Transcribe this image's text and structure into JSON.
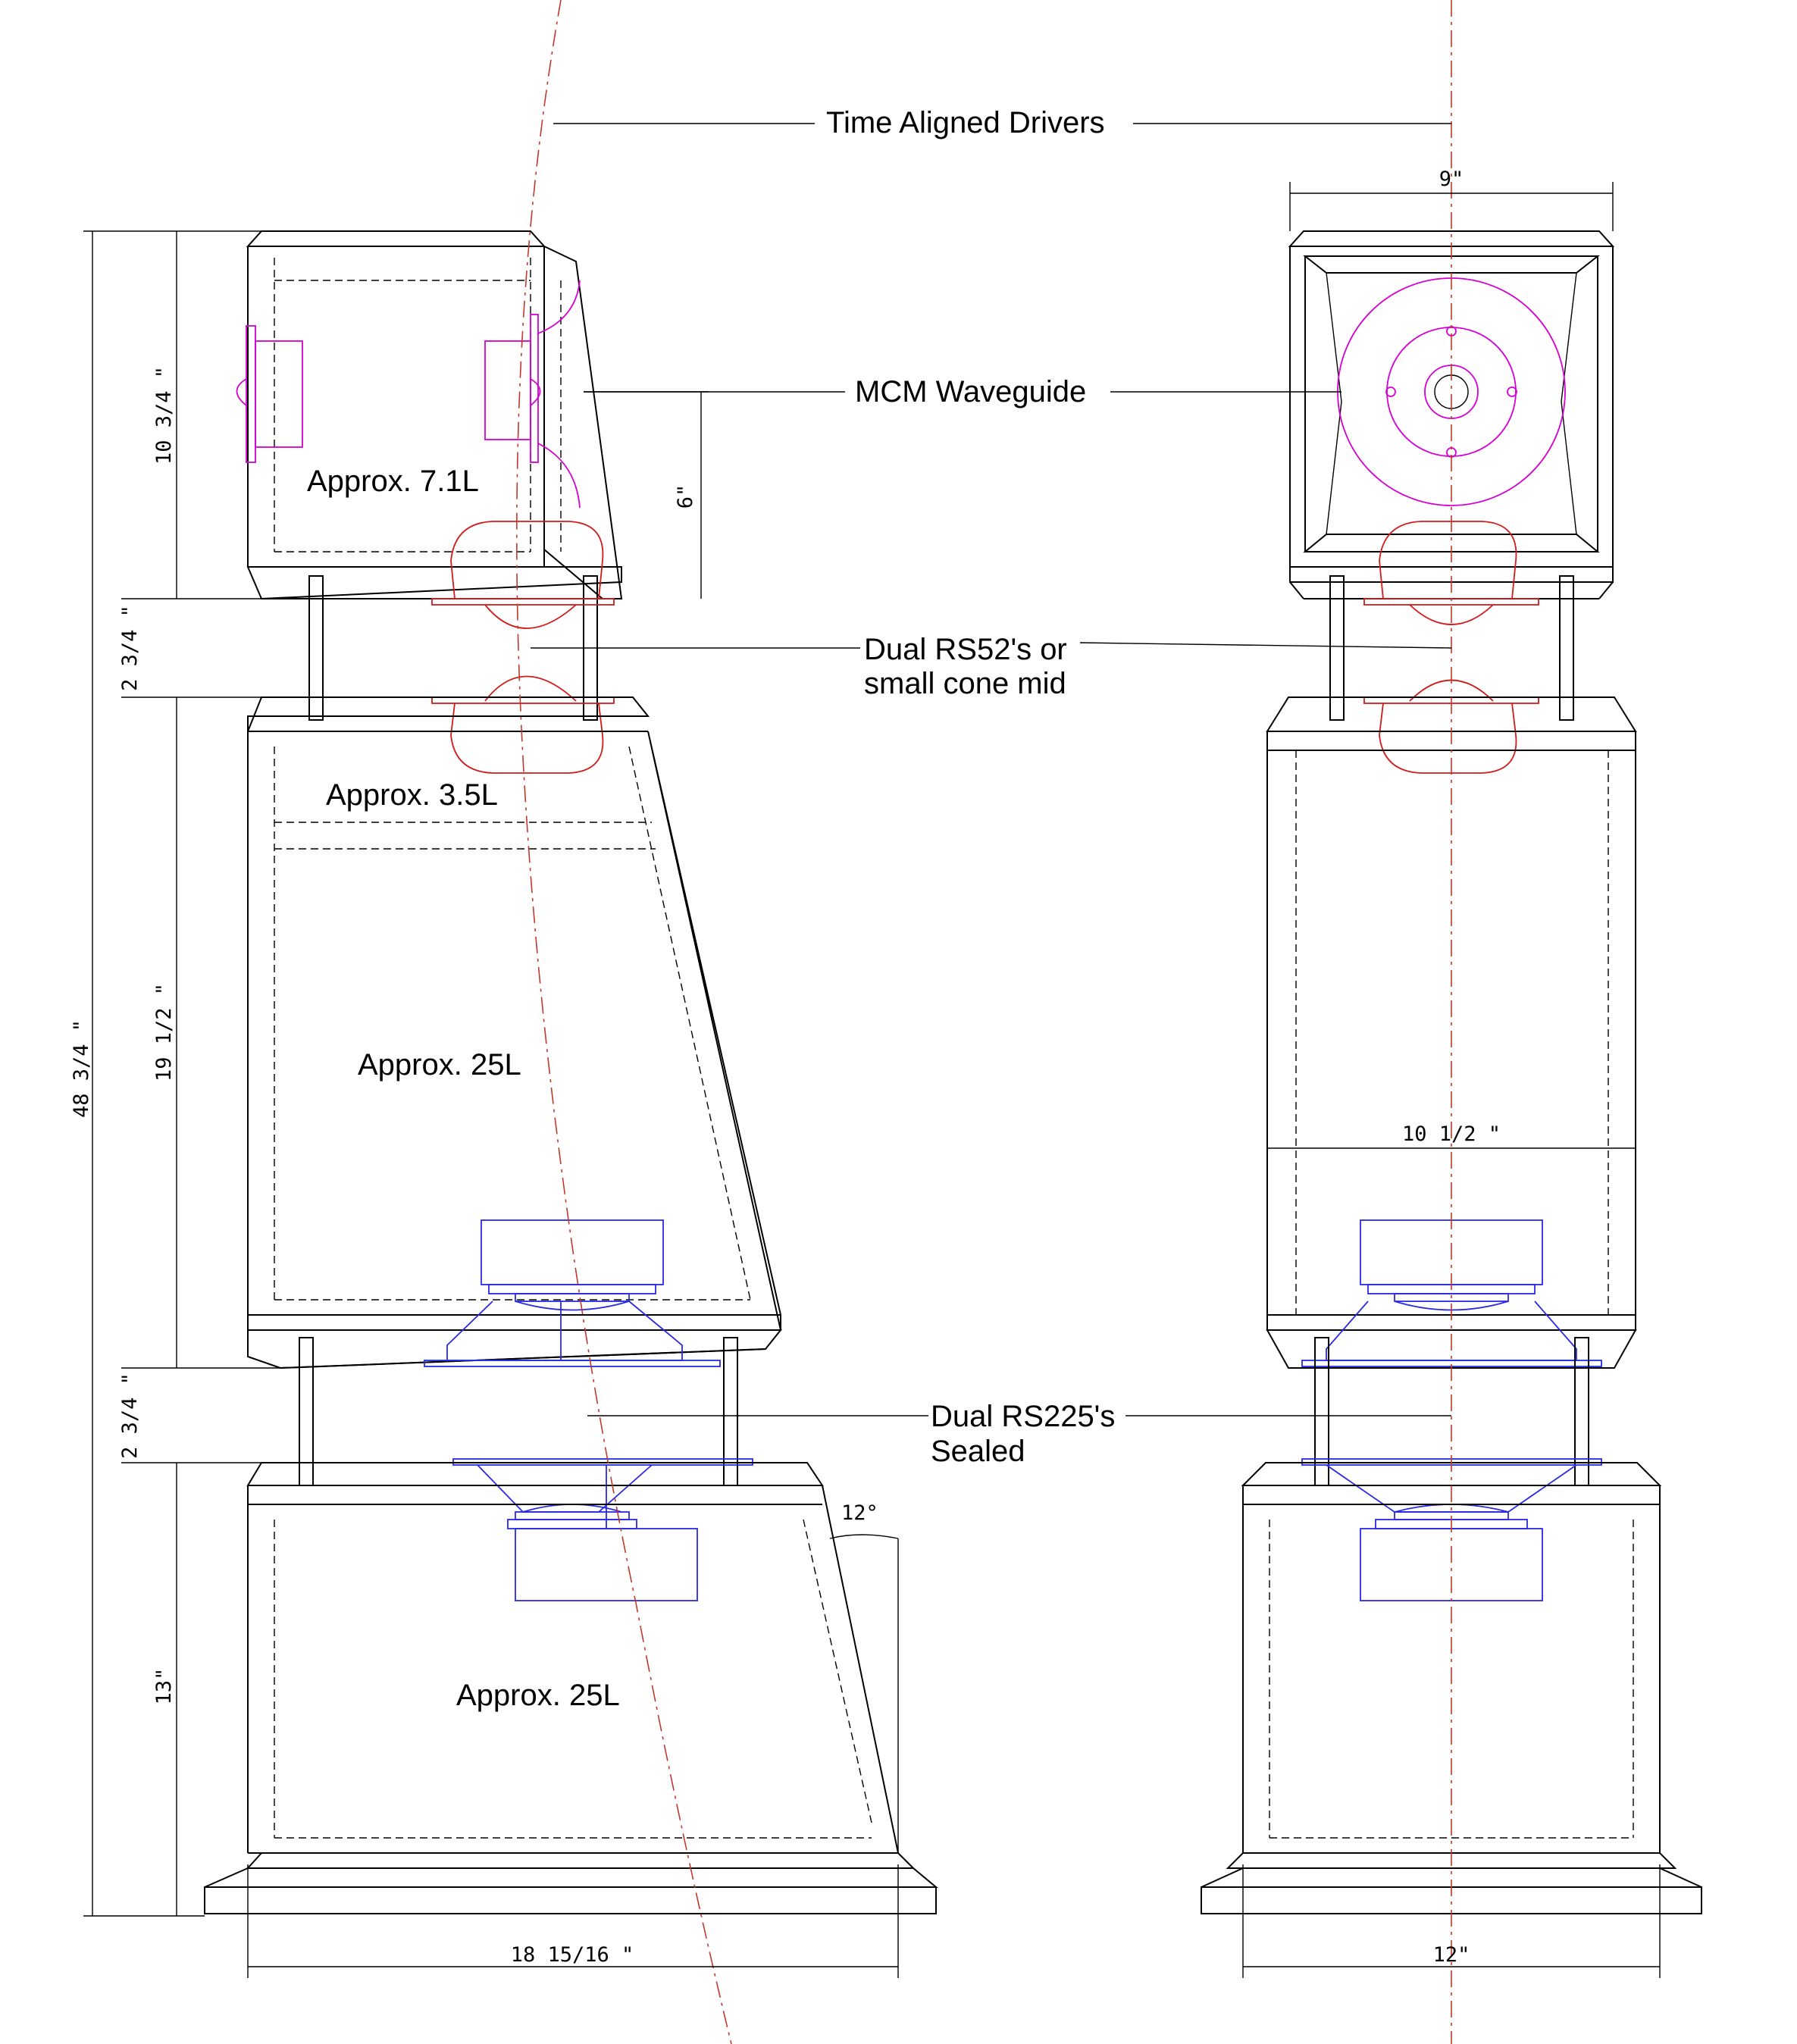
{
  "labels": {
    "time_aligned": "Time Aligned Drivers",
    "waveguide": "MCM Waveguide",
    "mid_line1": "Dual RS52's or",
    "mid_line2": "small cone mid",
    "woofer_line1": "Dual RS225's",
    "woofer_line2": "Sealed",
    "vol_top": "Approx. 7.1L",
    "vol_mid": "Approx. 3.5L",
    "vol_upper_bass": "Approx. 25L",
    "vol_lower_bass": "Approx. 25L"
  },
  "dimensions": {
    "total_height": "48 3/4 \"",
    "top_box": "10 3/4 \"",
    "gap_upper": "2 3/4 \"",
    "mid_box": "19 1/2 \"",
    "gap_lower": "2 3/4 \"",
    "bottom_box": "13\"",
    "waveguide_offset": "6\"",
    "angle": "12°",
    "side_depth": "18 15/16 \"",
    "front_top_width": "9\"",
    "front_mid_width": "10 1/2 \"",
    "front_bottom_width": "12\""
  },
  "colors": {
    "outline": "#000000",
    "midrange": "#d11b1b",
    "woofer": "#2a2ae6",
    "waveguide": "#d400d4",
    "time_axis": "#c0392b"
  }
}
